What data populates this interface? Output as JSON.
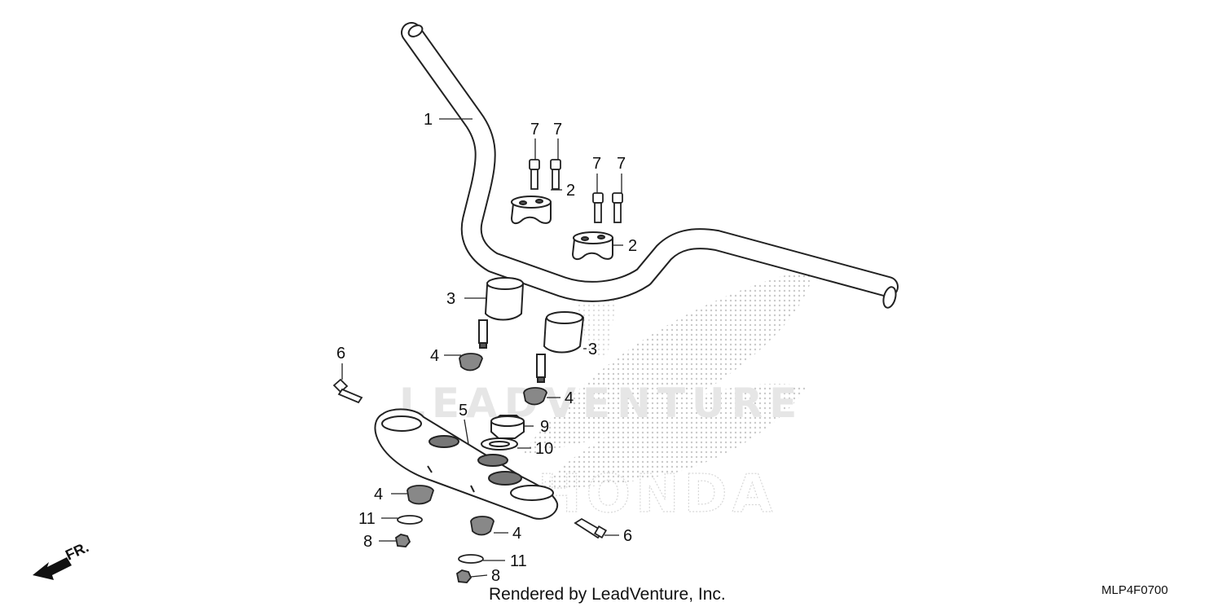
{
  "watermark": {
    "lead_text": "LEADVENTURE",
    "brand_text": "HONDA"
  },
  "callouts": [
    {
      "id": "c1",
      "label": "1"
    },
    {
      "id": "c7a",
      "label": "7"
    },
    {
      "id": "c7b",
      "label": "7"
    },
    {
      "id": "c7c",
      "label": "7"
    },
    {
      "id": "c7d",
      "label": "7"
    },
    {
      "id": "c2a",
      "label": "2"
    },
    {
      "id": "c2b",
      "label": "2"
    },
    {
      "id": "c3a",
      "label": "3"
    },
    {
      "id": "c3b",
      "label": "3"
    },
    {
      "id": "c4a",
      "label": "4"
    },
    {
      "id": "c4b",
      "label": "4"
    },
    {
      "id": "c4c",
      "label": "4"
    },
    {
      "id": "c4d",
      "label": "4"
    },
    {
      "id": "c6a",
      "label": "6"
    },
    {
      "id": "c6b",
      "label": "6"
    },
    {
      "id": "c5",
      "label": "5"
    },
    {
      "id": "c9",
      "label": "9"
    },
    {
      "id": "c10",
      "label": "10"
    },
    {
      "id": "c11a",
      "label": "11"
    },
    {
      "id": "c11b",
      "label": "11"
    },
    {
      "id": "c8a",
      "label": "8"
    },
    {
      "id": "c8b",
      "label": "8"
    }
  ],
  "direction_indicator": {
    "label": "FR."
  },
  "footer": {
    "credit": "Rendered by LeadVenture, Inc.",
    "diagram_code": "MLP4F0700"
  }
}
